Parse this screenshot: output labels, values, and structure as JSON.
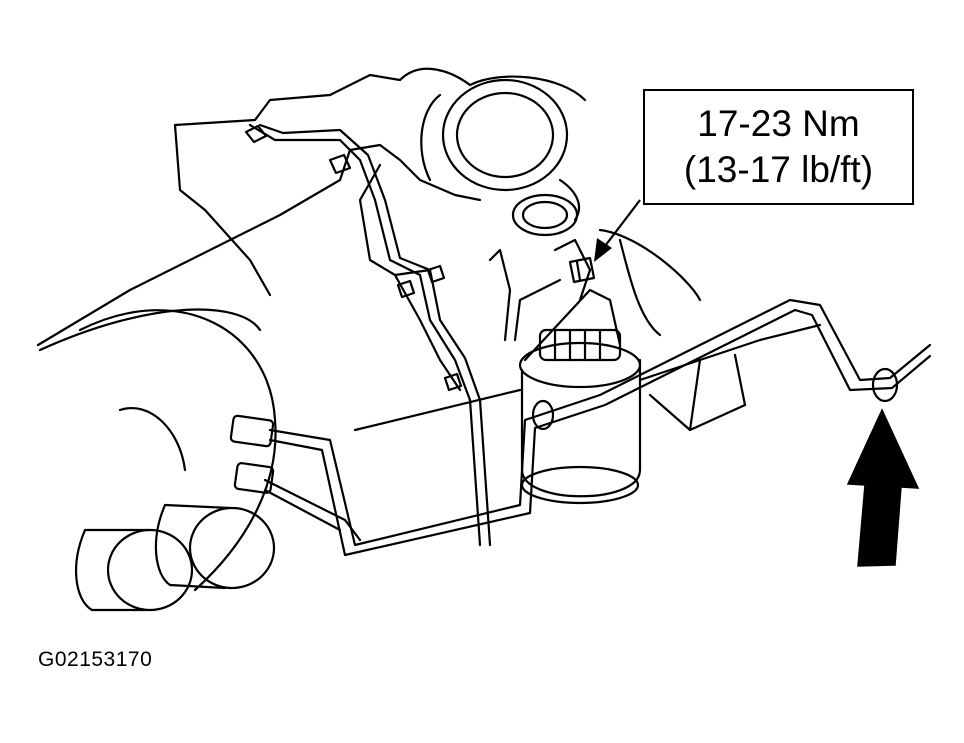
{
  "callout": {
    "line1": "17-23 Nm",
    "line2": "(13-17 lb/ft)"
  },
  "figure_id": "G02153170",
  "colors": {
    "ink": "#000000",
    "paper": "#ffffff"
  }
}
